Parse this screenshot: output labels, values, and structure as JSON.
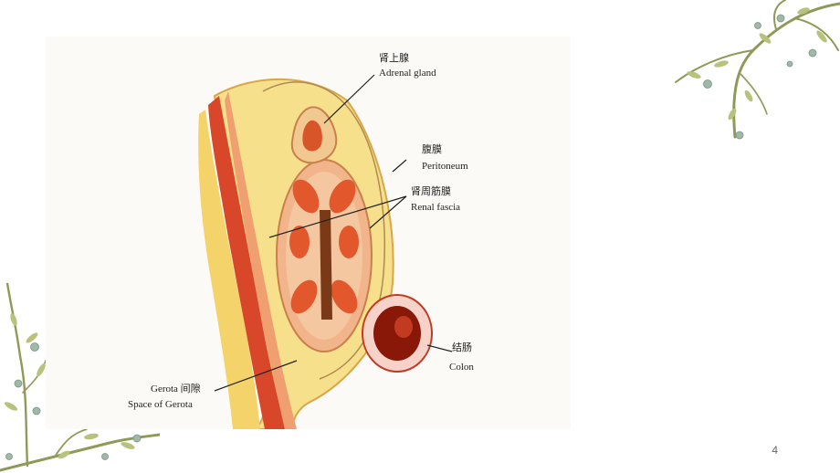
{
  "slide": {
    "page_number": "4"
  },
  "figure": {
    "labels": {
      "adrenal_cn": "肾上腺",
      "adrenal_en": "Adrenal gland",
      "peritoneum_cn": "腹膜",
      "peritoneum_en": "Peritoneum",
      "renal_fascia_cn": "肾周筋膜",
      "renal_fascia_en": "Renal fascia",
      "colon_cn": "结肠",
      "colon_en": "Colon",
      "gerota_cn": "Gerota 间隙",
      "gerota_en": "Space of Gerota"
    }
  },
  "colors": {
    "fat_yellow": "#f4dc7a",
    "muscle_red": "#d9472b",
    "kidney_orange": "#e8803c",
    "colon_dark": "#8a1808",
    "branch_green": "#a9b46a",
    "flower_teal": "#9fb8a8"
  }
}
